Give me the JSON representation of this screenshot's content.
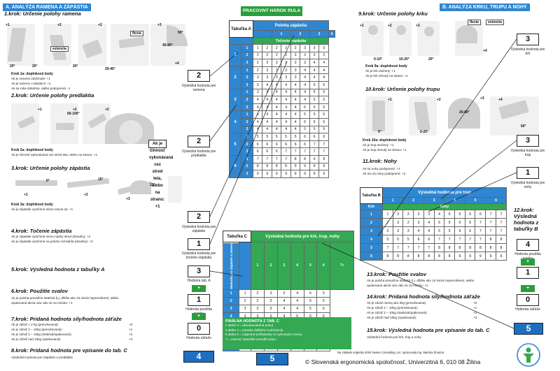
{
  "left": {
    "header": "A. ANALÝZA RAMENA A ZÁPÄSTIA",
    "step1": "1.krok: Určenie polohy ramena",
    "shoulder_nums": [
      "+1",
      "+2",
      "+2",
      "+3",
      "+4"
    ],
    "shoulder_tags": [
      "extenzia",
      "flexia"
    ],
    "shoulder_degs": [
      "20°",
      "20°",
      "20°",
      "20-45°",
      "45-90°",
      "90°"
    ],
    "step1a": "Krok 1a: doplnkové body",
    "step1a_notes": [
      "Ak je rameno zdvihnuté: +1",
      "Ak je rameno v abdukcii: +1",
      "Ak sa ruka dotiahne, alebo podoprená: -1"
    ],
    "step2": "2.krok: Určenie polohy predlaktia",
    "forearm_nums": [
      "+1",
      "+2",
      "+2"
    ],
    "forearm_degs": [
      "60-100°"
    ],
    "step2a": "Krok 2a: doplnkové body",
    "step2a_notes": [
      "Ak je činnosť vykonávaná cez stred tela, alebo na stranu: +1"
    ],
    "step3": "3.krok: Určenie polohy zápästia",
    "wrist_nums": [
      "+1",
      "+2",
      "+3"
    ],
    "wrist_degs": [
      "0°",
      "15°",
      "15°"
    ],
    "step3a": "Krok 3a: doplnkové body",
    "step3a_notes": [
      "Ak je zápästie vytočené mimo osovú os: +1"
    ],
    "step4": "4.krok: Točenie zápästia",
    "step4_notes": [
      "Ak je zápästie vytočené mimo riadny stred (dosahu): +1",
      "Ak je zápästie vytočené na polohu rozsiahla (dosahu): +2"
    ],
    "step5": "5.krok: Výsledná hodnota z tabuľky A",
    "step6": "6.krok: Použitie svalov",
    "step6_notes": [
      "Ak je poloha prevažne statická (t.j. dlhšie ako 10 minút neprerušene), alebo",
      "opakovaná akcia viac ako 4x za minútu: +1"
    ],
    "step7": "7.krok: Pridaná hodnota sily/hodnota záťaže",
    "step7_notes": [
      "Ak je záťaž < 2 kg (prerušovaná):",
      "Ak je záťaž 2 – 10kg (prerušovaná):",
      "Ak je záťaž 2 – 10kg (statická/opakovaná):",
      "Ak je záťaž nad 10kg (opakovaná):"
    ],
    "step7_vals": [
      "+0",
      "+1",
      "+2",
      "+3"
    ],
    "step8": "8.krok: Pridaná hodnota pre vpísanie do tab. C",
    "step8_note": "Výsledná hodnota pre zápästie a predlaktie"
  },
  "right": {
    "header": "B. ANALÝZA KRKU, TRUPU A NOHY",
    "step9": "9.krok: Určenie polohy krku",
    "neck_nums": [
      "+1",
      "+2",
      "+3",
      "+4"
    ],
    "neck_tags": [
      "flexia",
      "extenzia"
    ],
    "neck_degs": [
      "0-10°",
      "10-20°",
      "20°"
    ],
    "step9a": "Krok 9a: doplnkové body",
    "step9a_notes": [
      "Ak je krk otočený: +1",
      "Ak je krk ohnutý na stranu: +1"
    ],
    "step10": "10.krok: Určenie polohy trupu",
    "trunk_nums": [
      "+1",
      "+2",
      "+3",
      "+4"
    ],
    "trunk_degs": [
      "0°",
      "0-20°",
      "20-60°",
      "60°"
    ],
    "step10a": "Krok 10a: doplnkové body",
    "step10a_notes": [
      "Ak je trup otočený: +1",
      "Ak je trup ohnutý na stranu: +1"
    ],
    "step11": "11.krok: Nohy",
    "step11_notes": [
      "Ak sú nohy podoprené: +1",
      "Ak nie sú nohy podoprené: +2"
    ],
    "step12": "12.krok: Výsledná hodnota z tabuľky B",
    "step13": "13.krok: Použitie svalov",
    "step13_notes": [
      "Ak je poloha prevažne statická (t.j. dlhšie ako 10 minút neprerušene), alebo",
      "opakovaná akcia viac ako 4x za minútu: +1"
    ],
    "step14": "14.krok: Pridaná hodnota sily/hodnota záťaže",
    "step14_notes": [
      "Ak je záťaž menej ako 2kg (prerušovaná):",
      "Ak je záťaž 2 – 10kg (prerušovaná):",
      "Ak je záťaž 2 – 10kg (statická/opakovaná):",
      "Ak je záťaž nad 10kg (opakovaná):"
    ],
    "step14_vals": [
      "+0",
      "+1",
      "+2",
      "+3"
    ],
    "step15": "15.krok: Výsledná hodnota pre vpísanie do tab. C",
    "step15_note": "Výsledná hodnota pre krk, trup a nohy"
  },
  "values": {
    "shoulder": "2",
    "forearm": "2",
    "wrist": "2",
    "wrist_twist": "1",
    "tableA": "3",
    "muscle_a": "+",
    "muscle_a_val": "1",
    "force_a": "+",
    "force_a_val": "0",
    "colC": "4",
    "neck": "3",
    "trunk": "3",
    "legs": "1",
    "tableB": "4",
    "muscle_b": "+",
    "muscle_b_val": "1",
    "force_b": "+",
    "force_b_val": "0",
    "rowC": "5",
    "final": "5"
  },
  "captions": {
    "shoulder": "Výsledná hodnota pre ramenа",
    "forearm": "Výsledná hodnota pre predlaktie",
    "wrist": "Výsledná hodnota pre zápästie",
    "wrist_twist": "Výsledná hodnota pre točenie zápästia",
    "tableA": "Hodnota tab. A",
    "muscle_a": "Hodnota použitia svalov",
    "force_a": "Hodnota záťaže",
    "neck": "Výsledná hodnota pre krk",
    "trunk": "Výsledná hodnota pre trup",
    "legs": "Výsledná hodnota pre nohy",
    "muscle_b": "Hodnota použitia svalov",
    "force_b": "Hodnota záťaže"
  },
  "center": {
    "title": "PRACOVNÝ HÁROK RULA",
    "tableA_label": "Tabuľka A",
    "tableA_header": "Poloha zápästia",
    "tableA_sub": "Točenie zápästia",
    "tableA_cols": [
      "1",
      "2",
      "3",
      "4"
    ],
    "tableA_side": [
      "Rameno",
      "Predlaktie"
    ],
    "tableA_rows": [
      [
        "1",
        "1",
        "2",
        "2",
        "2",
        "2",
        "3",
        "3",
        "3"
      ],
      [
        "1",
        "2",
        "2",
        "2",
        "2",
        "3",
        "3",
        "3",
        "3"
      ],
      [
        "1",
        "2",
        "3",
        "3",
        "3",
        "3",
        "3",
        "4",
        "4"
      ],
      [
        "2",
        "2",
        "3",
        "3",
        "3",
        "3",
        "4",
        "4",
        "4"
      ],
      [
        "2",
        "3",
        "3",
        "3",
        "3",
        "3",
        "4",
        "4",
        "4"
      ],
      [
        "2",
        "3",
        "4",
        "4",
        "4",
        "4",
        "4",
        "5",
        "5"
      ],
      [
        "3",
        "3",
        "4",
        "4",
        "4",
        "4",
        "4",
        "5",
        "5"
      ],
      [
        "3",
        "4",
        "4",
        "4",
        "4",
        "4",
        "4",
        "5",
        "5"
      ],
      [
        "3",
        "4",
        "4",
        "4",
        "4",
        "4",
        "5",
        "5",
        "5"
      ],
      [
        "4",
        "4",
        "4",
        "4",
        "4",
        "4",
        "5",
        "5",
        "5"
      ],
      [
        "4",
        "4",
        "4",
        "4",
        "4",
        "4",
        "5",
        "5",
        "5"
      ],
      [
        "4",
        "4",
        "4",
        "4",
        "4",
        "4",
        "5",
        "5",
        "5"
      ],
      [
        "5",
        "5",
        "5",
        "5",
        "5",
        "5",
        "6",
        "6",
        "6"
      ],
      [
        "5",
        "6",
        "6",
        "6",
        "6",
        "6",
        "6",
        "7",
        "7"
      ],
      [
        "6",
        "6",
        "6",
        "6",
        "7",
        "7",
        "7",
        "7",
        "7"
      ],
      [
        "7",
        "7",
        "7",
        "7",
        "7",
        "8",
        "8",
        "9",
        "9"
      ],
      [
        "8",
        "8",
        "8",
        "8",
        "8",
        "9",
        "9",
        "9",
        "9"
      ],
      [
        "9",
        "9",
        "9",
        "9",
        "9",
        "9",
        "9",
        "9",
        "9"
      ]
    ],
    "tableC_label": "Tabuľka C",
    "tableC_header": "Výsledná hodnota pre krk, trup, nohy",
    "tableC_side": "Hodnota pre zápästie a rameno",
    "tableC_cols": [
      "1",
      "2",
      "3",
      "4",
      "5",
      "6",
      "7+"
    ],
    "tableC_rows": [
      [
        "1",
        "1",
        "2",
        "3",
        "3",
        "4",
        "5",
        "5"
      ],
      [
        "2",
        "2",
        "2",
        "3",
        "4",
        "4",
        "5",
        "5"
      ],
      [
        "3",
        "3",
        "3",
        "3",
        "4",
        "4",
        "5",
        "6"
      ],
      [
        "4",
        "3",
        "3",
        "3",
        "4",
        "5",
        "6",
        "6"
      ],
      [
        "5",
        "4",
        "4",
        "4",
        "5",
        "6",
        "7",
        "7"
      ],
      [
        "6",
        "4",
        "4",
        "5",
        "6",
        "6",
        "7",
        "7"
      ],
      [
        "7",
        "5",
        "5",
        "6",
        "6",
        "7",
        "7",
        "7"
      ],
      [
        "8+",
        "5",
        "5",
        "6",
        "7",
        "7",
        "7",
        "7"
      ]
    ],
    "tableB_label": "Tabuľka B",
    "tableB_header": "Výsledná hodnota pre trup",
    "tableB_cols": [
      "1",
      "2",
      "3",
      "4",
      "5",
      "6"
    ],
    "tableB_sub": "Nohy",
    "tableB_side": "Krk",
    "tableB_rows": [
      [
        "1",
        "1",
        "3",
        "2",
        "3",
        "3",
        "4",
        "5",
        "5",
        "6",
        "6",
        "7",
        "7"
      ],
      [
        "2",
        "2",
        "3",
        "2",
        "3",
        "4",
        "5",
        "5",
        "5",
        "6",
        "7",
        "7",
        "7"
      ],
      [
        "3",
        "3",
        "3",
        "3",
        "4",
        "4",
        "5",
        "5",
        "6",
        "6",
        "7",
        "7",
        "7"
      ],
      [
        "4",
        "5",
        "5",
        "5",
        "6",
        "6",
        "7",
        "7",
        "7",
        "7",
        "7",
        "8",
        "8"
      ],
      [
        "5",
        "7",
        "7",
        "7",
        "7",
        "7",
        "8",
        "8",
        "8",
        "8",
        "8",
        "8",
        "8"
      ],
      [
        "6",
        "8",
        "8",
        "8",
        "8",
        "8",
        "8",
        "8",
        "9",
        "9",
        "9",
        "9",
        "9"
      ]
    ],
    "legend_title": "FINÁLNA HODNOTA Z TAB. C",
    "legend": [
      "1 alebo 2 = akceptovateľná práca",
      "3 alebo 4 = potreba ďalšieho hodnotenia",
      "5 alebo 6 = urgentné požiadavky na vykonanie zmeny",
      "7 = nutnosť okamžite prerušiť prácu"
    ]
  },
  "footer": {
    "source": "Na základe originálu 2004 Neese Consulting, Inc. spracovala Ing. Martina Šmutná",
    "copyright": "©  Slovenská ergonomická spoločnosť, Univerzitná 6, 010 08  Žilina"
  },
  "colors": {
    "blue": "#2f86d1",
    "green": "#34a853",
    "dark_blue": "#1f6fbf"
  }
}
